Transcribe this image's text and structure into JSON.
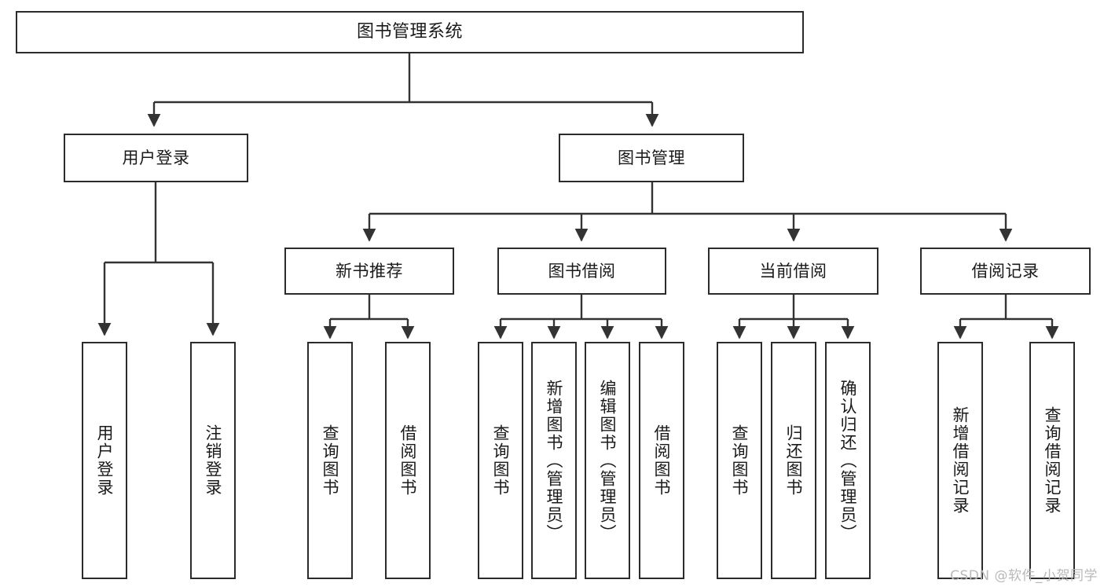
{
  "title": "图书管理系统",
  "watermark": "CSDN @软件_小贺同学",
  "colors": {
    "box_border": "#2b2b2b",
    "box_fill": "#ffffff",
    "edge": "#333333",
    "text": "#1a1a1a",
    "watermark": "#b9b9b9",
    "background": "#ffffff"
  },
  "chart_data": {
    "type": "diagram",
    "diagram_kind": "tree",
    "title": "图书管理系统",
    "orientation": "top-down",
    "nodes": [
      {
        "id": "root",
        "label": "图书管理系统",
        "level": 0,
        "parent": null
      },
      {
        "id": "login",
        "label": "用户登录",
        "level": 1,
        "parent": "root"
      },
      {
        "id": "bookmgmt",
        "label": "图书管理",
        "level": 1,
        "parent": "root"
      },
      {
        "id": "login-do",
        "label": "用户登录",
        "level": 2,
        "parent": "login"
      },
      {
        "id": "login-out",
        "label": "注销登录",
        "level": 2,
        "parent": "login"
      },
      {
        "id": "newbook",
        "label": "新书推荐",
        "level": 2,
        "parent": "bookmgmt"
      },
      {
        "id": "borrow",
        "label": "图书借阅",
        "level": 2,
        "parent": "bookmgmt"
      },
      {
        "id": "current",
        "label": "当前借阅",
        "level": 2,
        "parent": "bookmgmt"
      },
      {
        "id": "records",
        "label": "借阅记录",
        "level": 2,
        "parent": "bookmgmt"
      },
      {
        "id": "newbook-query",
        "label": "查询图书",
        "level": 3,
        "parent": "newbook"
      },
      {
        "id": "newbook-borrow",
        "label": "借阅图书",
        "level": 3,
        "parent": "newbook"
      },
      {
        "id": "borrow-query",
        "label": "查询图书",
        "level": 3,
        "parent": "borrow"
      },
      {
        "id": "borrow-add",
        "label": "新增图书（管理员）",
        "level": 3,
        "parent": "borrow"
      },
      {
        "id": "borrow-edit",
        "label": "编辑图书（管理员）",
        "level": 3,
        "parent": "borrow"
      },
      {
        "id": "borrow-do",
        "label": "借阅图书",
        "level": 3,
        "parent": "borrow"
      },
      {
        "id": "current-query",
        "label": "查询图书",
        "level": 3,
        "parent": "current"
      },
      {
        "id": "current-return",
        "label": "归还图书",
        "level": 3,
        "parent": "current"
      },
      {
        "id": "current-confirm",
        "label": "确认归还（管理员）",
        "level": 3,
        "parent": "current"
      },
      {
        "id": "records-add",
        "label": "新增借阅记录",
        "level": 3,
        "parent": "records"
      },
      {
        "id": "records-query",
        "label": "查询借阅记录",
        "level": 3,
        "parent": "records"
      }
    ],
    "edges": [
      {
        "from": "root",
        "to": "login"
      },
      {
        "from": "root",
        "to": "bookmgmt"
      },
      {
        "from": "login",
        "to": "login-do"
      },
      {
        "from": "login",
        "to": "login-out"
      },
      {
        "from": "bookmgmt",
        "to": "newbook"
      },
      {
        "from": "bookmgmt",
        "to": "borrow"
      },
      {
        "from": "bookmgmt",
        "to": "current"
      },
      {
        "from": "bookmgmt",
        "to": "records"
      },
      {
        "from": "newbook",
        "to": "newbook-query"
      },
      {
        "from": "newbook",
        "to": "newbook-borrow"
      },
      {
        "from": "borrow",
        "to": "borrow-query"
      },
      {
        "from": "borrow",
        "to": "borrow-add"
      },
      {
        "from": "borrow",
        "to": "borrow-edit"
      },
      {
        "from": "borrow",
        "to": "borrow-do"
      },
      {
        "from": "current",
        "to": "current-query"
      },
      {
        "from": "current",
        "to": "current-return"
      },
      {
        "from": "current",
        "to": "current-confirm"
      },
      {
        "from": "records",
        "to": "records-add"
      },
      {
        "from": "records",
        "to": "records-query"
      }
    ]
  },
  "level1": {
    "login": "用户登录",
    "bookmgmt": "图书管理"
  },
  "level2": {
    "login_do": "用户登录",
    "login_out": "注销登录",
    "newbook": "新书推荐",
    "borrow": "图书借阅",
    "current": "当前借阅",
    "records": "借阅记录"
  },
  "leaves": {
    "newbook_query": "查询图书",
    "newbook_borrow": "借阅图书",
    "borrow_query": "查询图书",
    "borrow_add": "新增图书（管理员）",
    "borrow_edit": "编辑图书（管理员）",
    "borrow_do": "借阅图书",
    "current_query": "查询图书",
    "current_return": "归还图书",
    "current_confirm": "确认归还（管理员）",
    "records_add": "新增借阅记录",
    "records_query": "查询借阅记录"
  }
}
